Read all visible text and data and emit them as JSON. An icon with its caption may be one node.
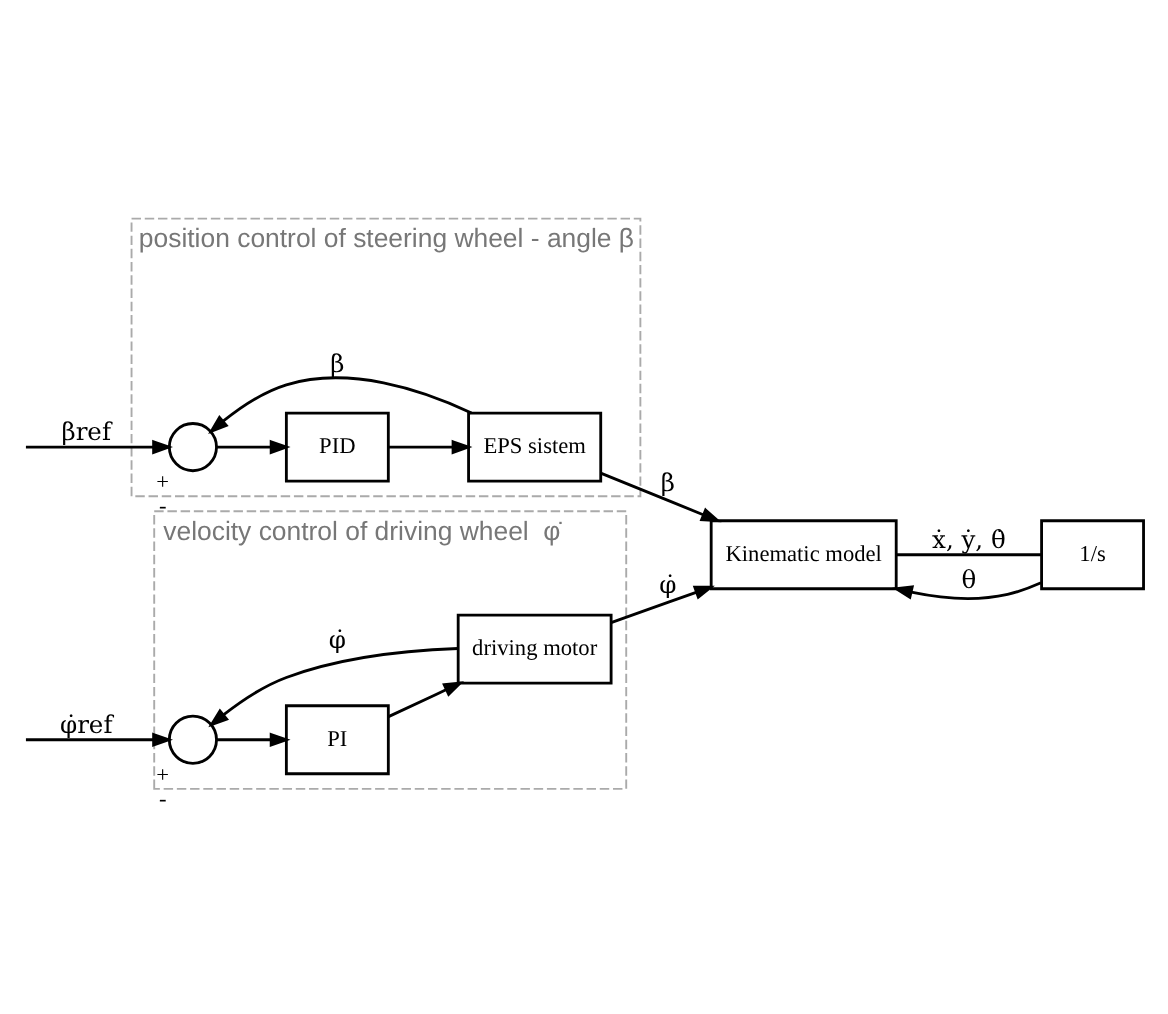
{
  "diagram": {
    "nodes": [
      {
        "text": [
          "velocity control of driving wheel",
          "φ̇"
        ]
      },
      {
        "text": [],
        "shape": "circle",
        "in": 0,
        "beside": [
          "+",
          "-"
        ]
      },
      {
        "text": [
          "PI"
        ],
        "in": 0
      },
      {
        "text": [
          "driving motor"
        ],
        "in": 0
      },
      {
        "text": [
          "position control of steering wheel - angle β"
        ]
      },
      {
        "text": [],
        "shape": "circle",
        "in": 4,
        "beside": [
          "+",
          "-"
        ]
      },
      {
        "text": [
          "PID"
        ],
        "in": 4
      },
      {
        "text": [
          "EPS sistem"
        ],
        "in": 4
      },
      {
        "text": [
          "Kinematic model"
        ]
      },
      {
        "text": [
          "1/s"
        ]
      }
    ],
    "edges": [
      {
        "from": null,
        "to": 1,
        "arrow": "to",
        "label": "φ̇ref"
      },
      {
        "from": 1,
        "to": 2,
        "arrow": "to"
      },
      {
        "from": 2,
        "to": 3,
        "arrow": "to"
      },
      {
        "from": 3,
        "to": 1,
        "arrow": "to",
        "label": "φ̇"
      },
      {
        "from": 3,
        "to": 8,
        "arrow": "to",
        "label": "φ̇"
      },
      {
        "from": null,
        "to": 5,
        "arrow": "to",
        "label": "βref"
      },
      {
        "from": 5,
        "to": 6,
        "arrow": "to"
      },
      {
        "from": 6,
        "to": 7,
        "arrow": "to"
      },
      {
        "from": 7,
        "to": 5,
        "arrow": "to",
        "label": "β"
      },
      {
        "from": 7,
        "to": 8,
        "arrow": "to",
        "label": "β"
      },
      {
        "from": 8,
        "to": 9,
        "arrow": "none",
        "label": "ẋ, ẏ, θ̇"
      },
      {
        "from": 9,
        "to": 8,
        "arrow": "to",
        "label": "θ"
      }
    ]
  }
}
